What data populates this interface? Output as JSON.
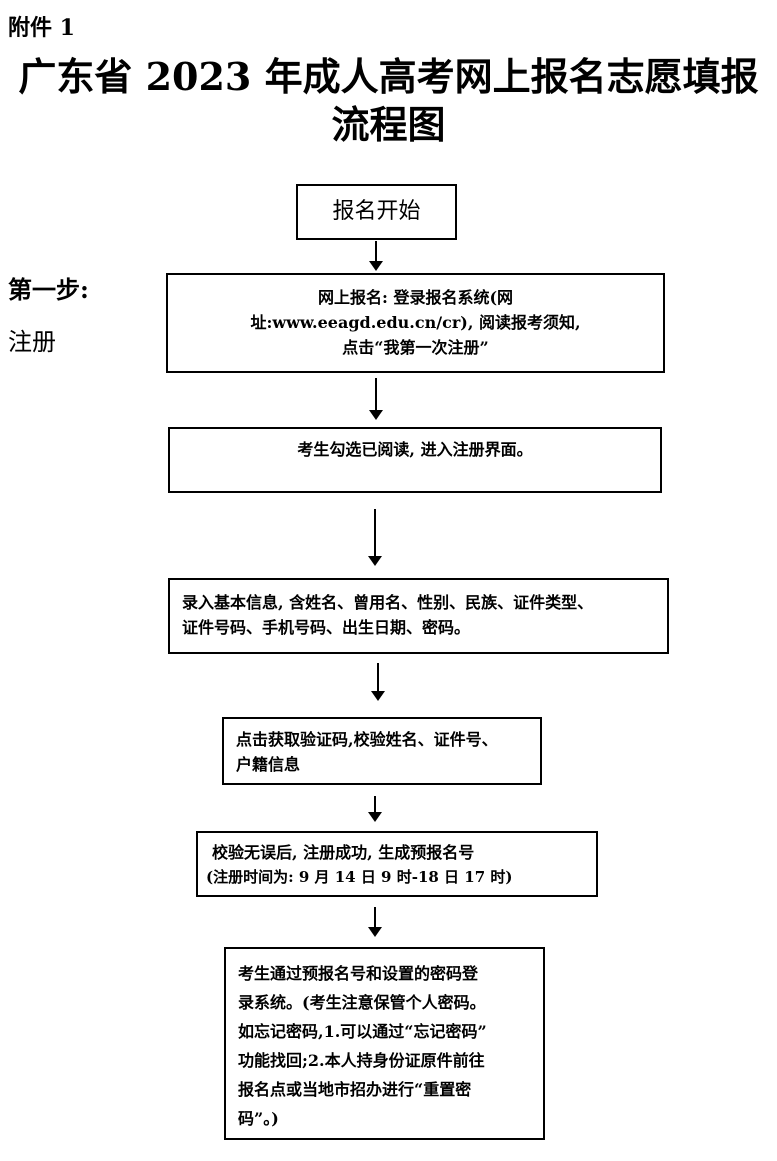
{
  "header": {
    "attachment": "附件 1",
    "title_line1": "广东省 2023 年成人高考网上报名志愿填报",
    "title_line2": "流程图"
  },
  "step": {
    "label": "第一步:",
    "name": "注册"
  },
  "boxes": {
    "start": "报名开始",
    "online_register": [
      "网上报名: 登录报名系统(网",
      "址:www.eeagd.edu.cn/cr), 阅读报考须知,",
      "点击“我第一次注册”"
    ],
    "agree": "考生勾选已阅读, 进入注册界面。",
    "basic_info": [
      "录入基本信息, 含姓名、曾用名、性别、民族、证件类型、",
      "证件号码、手机号码、出生日期、密码。"
    ],
    "verify": [
      "点击获取验证码,校验姓名、证件号、",
      "户籍信息"
    ],
    "success": [
      "校验无误后, 注册成功, 生成预报名号",
      "(注册时间为: 9 月 14 日 9 时-18 日 17 时)"
    ],
    "login": [
      "考生通过预报名号和设置的密码登",
      "录系统。(考生注意保管个人密码。",
      "如忘记密码,1.可以通过“忘记密码”",
      "功能找回;2.本人持身份证原件前往",
      "报名点或当地市招办进行“重置密",
      "码”。)"
    ]
  }
}
